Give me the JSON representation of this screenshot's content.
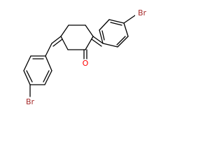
{
  "molecule": {
    "labels": {
      "bromine_top": "Br",
      "bromine_bottom": "Br",
      "oxygen": "O"
    },
    "colors": {
      "bond": "#000000",
      "bromine": "#a52a2a",
      "oxygen": "#ff0000",
      "background": "#ffffff"
    }
  }
}
